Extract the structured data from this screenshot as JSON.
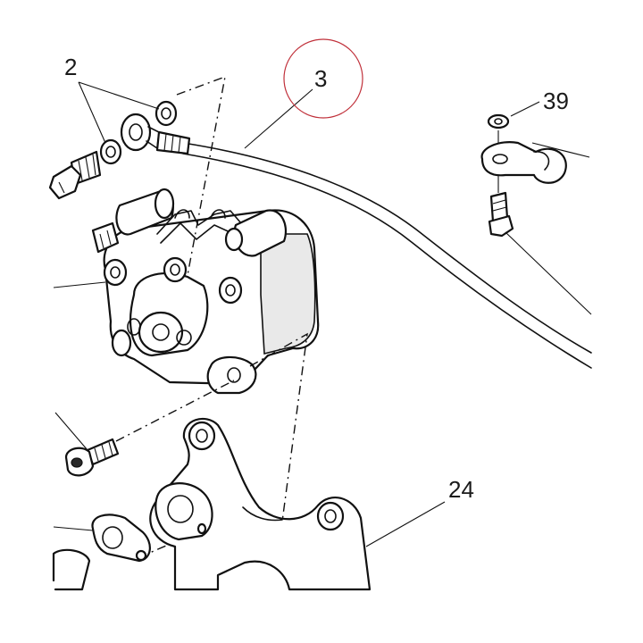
{
  "callouts": [
    {
      "id": "2",
      "text": "2"
    },
    {
      "id": "3",
      "text": "3"
    },
    {
      "id": "39",
      "text": "39"
    },
    {
      "id": "24",
      "text": "24"
    }
  ],
  "colors": {
    "line": "#111111",
    "highlight_circle": "#c0303a",
    "background": "#ffffff"
  }
}
